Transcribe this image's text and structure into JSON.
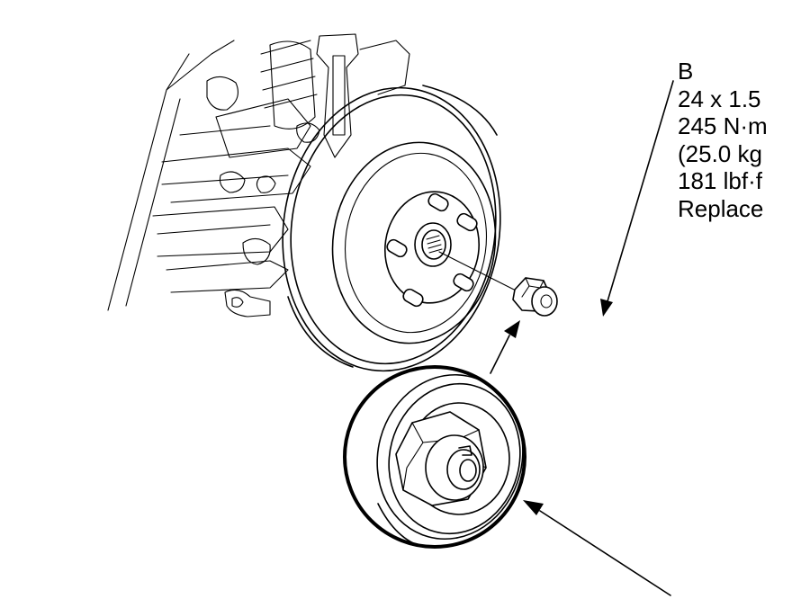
{
  "callout": {
    "label": "B",
    "lines": [
      "24 x 1.5",
      "245 N·m",
      "(25.0 kg",
      "181 lbf·f",
      "Replace"
    ]
  },
  "colors": {
    "line": "#000000",
    "background": "#ffffff"
  }
}
